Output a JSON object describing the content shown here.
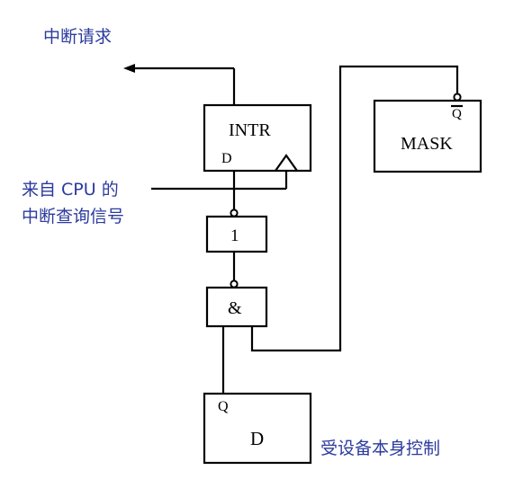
{
  "labels": {
    "interrupt_request": "中断请求",
    "cpu_query_line1": "来自 CPU 的",
    "cpu_query_line2": "中断查询信号",
    "device_control": "受设备本身控制"
  },
  "blocks": {
    "intr": {
      "name": "INTR",
      "d_pin": "D"
    },
    "mask": {
      "name": "MASK",
      "qbar_pin": "Q"
    },
    "not_gate": {
      "symbol": "1"
    },
    "and_gate": {
      "symbol": "&"
    },
    "d_ff": {
      "name": "D",
      "q_pin": "Q"
    }
  },
  "colors": {
    "label_blue": "#2b3a9e",
    "line": "#000000"
  }
}
